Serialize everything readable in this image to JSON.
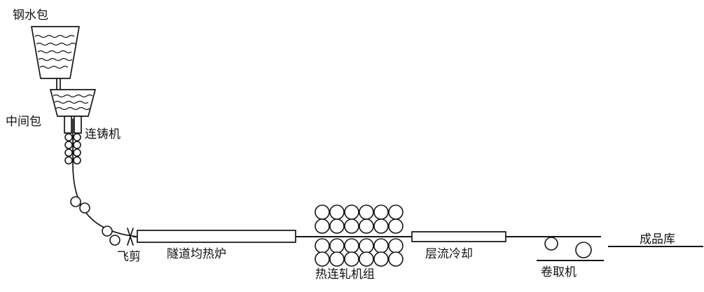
{
  "page": {
    "background": "#ffffff",
    "ink": "#111111"
  },
  "diagram": {
    "labels": {
      "ladle": "钢水包",
      "tundish": "中间包",
      "caster": "连铸机",
      "flying_shear": "飞剪",
      "tunnel_furnace": "隧道均热炉",
      "hot_rolling_mill": "热连轧机组",
      "laminar_cooling": "层流冷却",
      "coiler": "卷取机",
      "product_warehouse": "成品库"
    }
  }
}
